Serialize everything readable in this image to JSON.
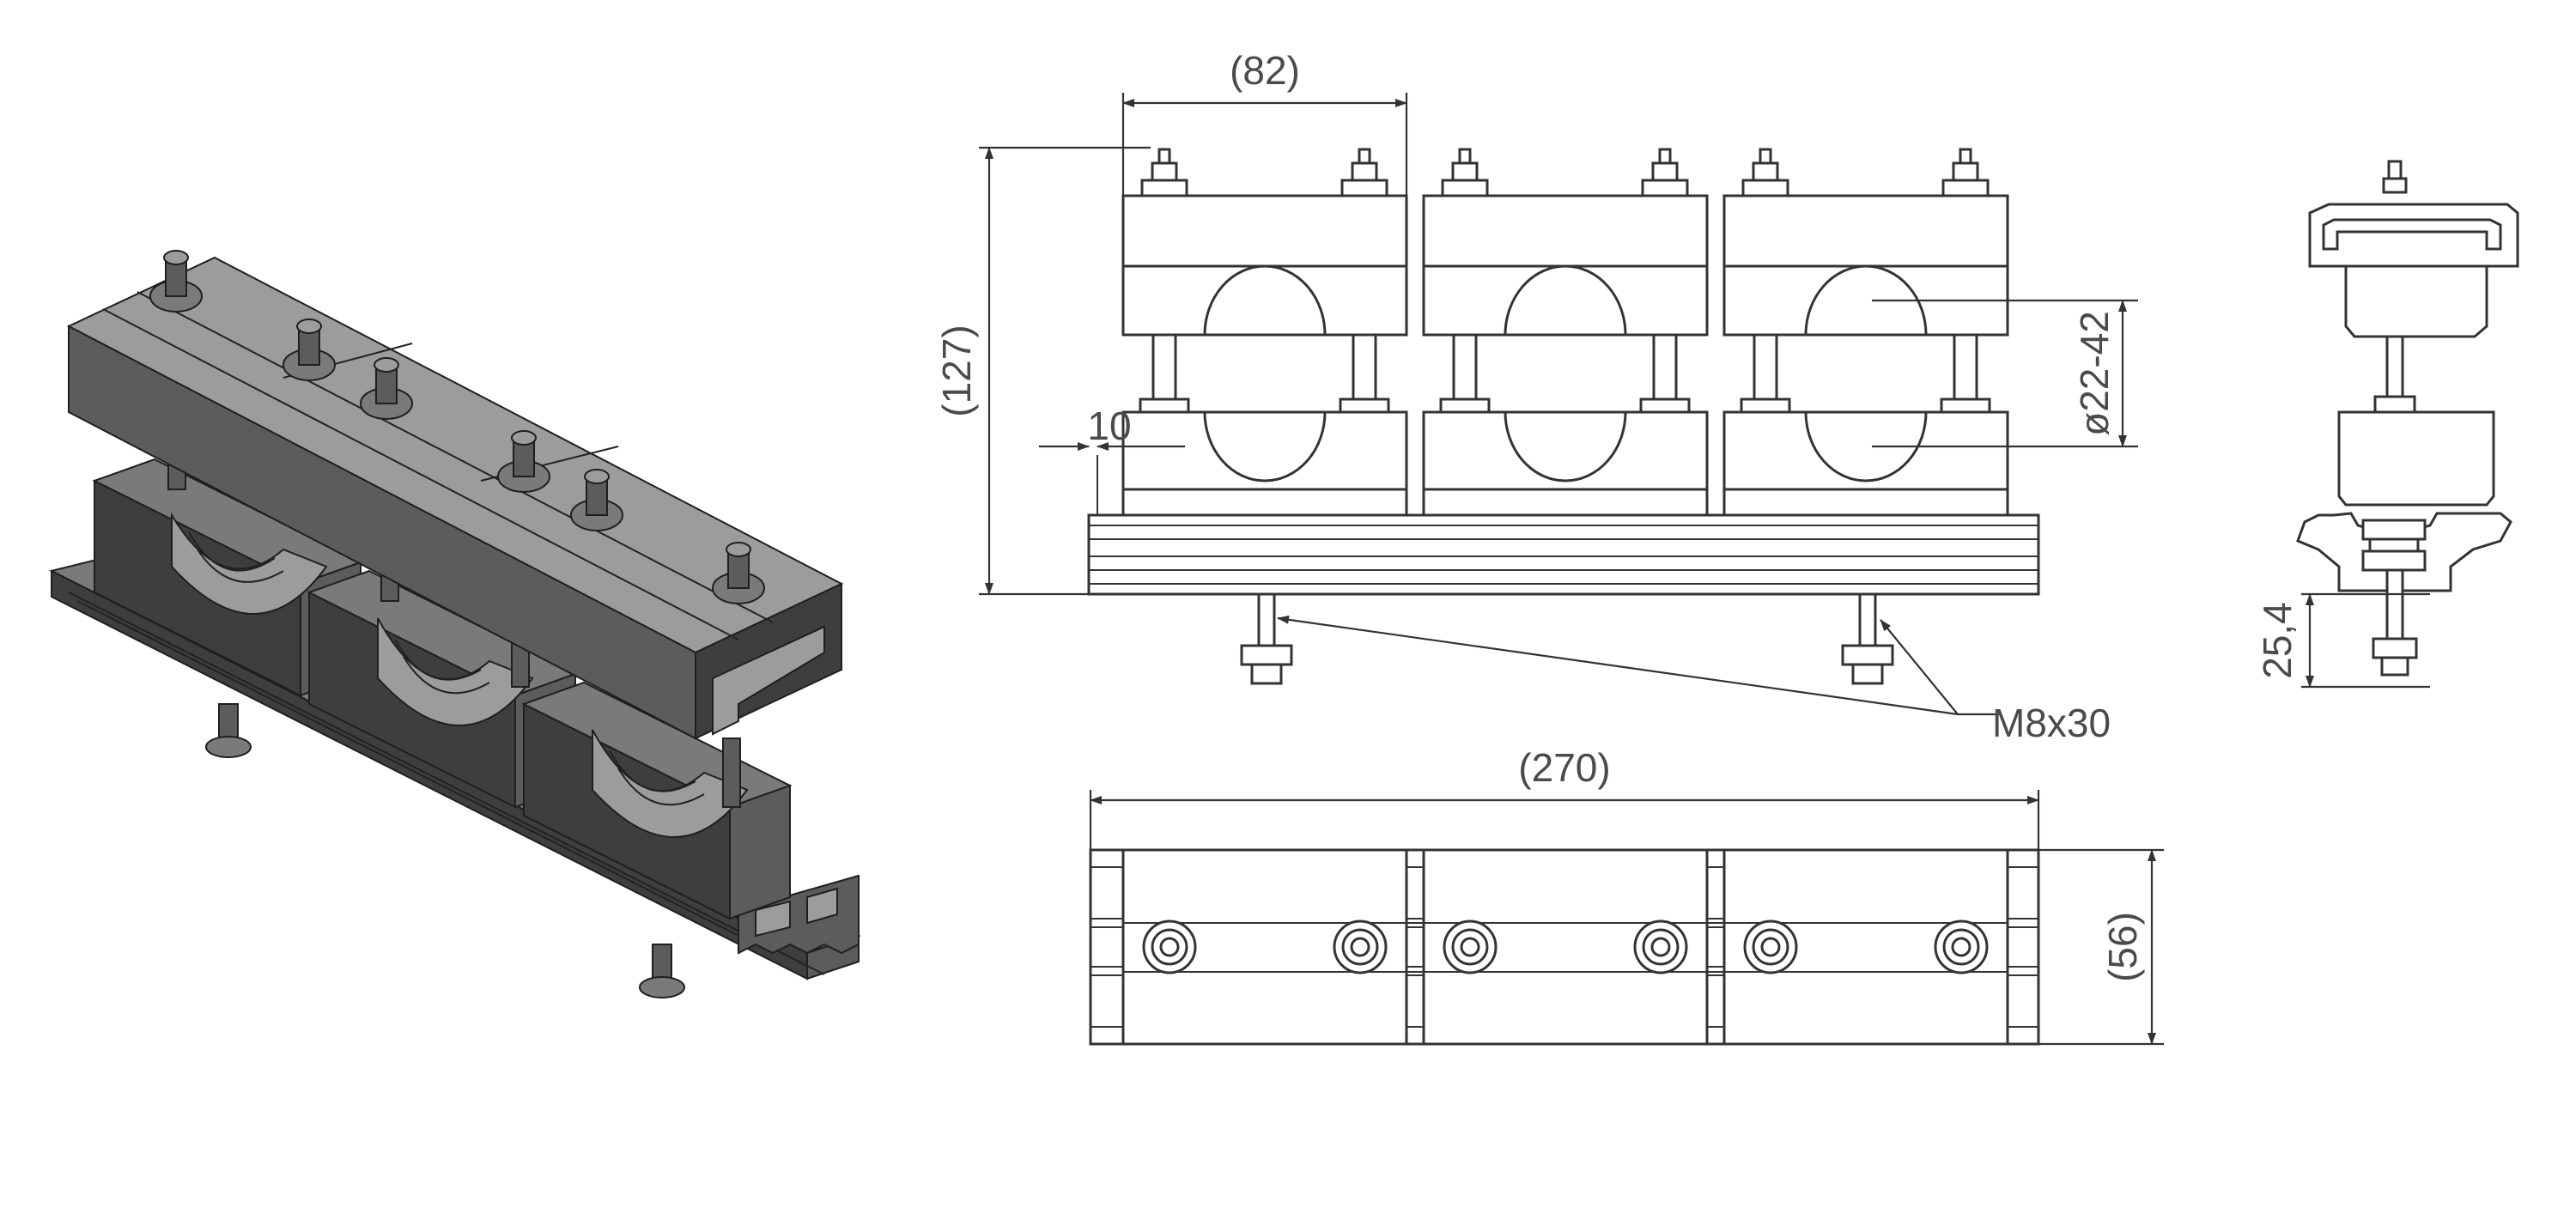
{
  "dimensions": {
    "top_width": "(82)",
    "total_height": "(127)",
    "offset": "10",
    "pipe_range": "ø22-42",
    "bolt": "M8x30",
    "rail_drop": "25,4",
    "overall_length": "(270)",
    "width": "(56)"
  }
}
